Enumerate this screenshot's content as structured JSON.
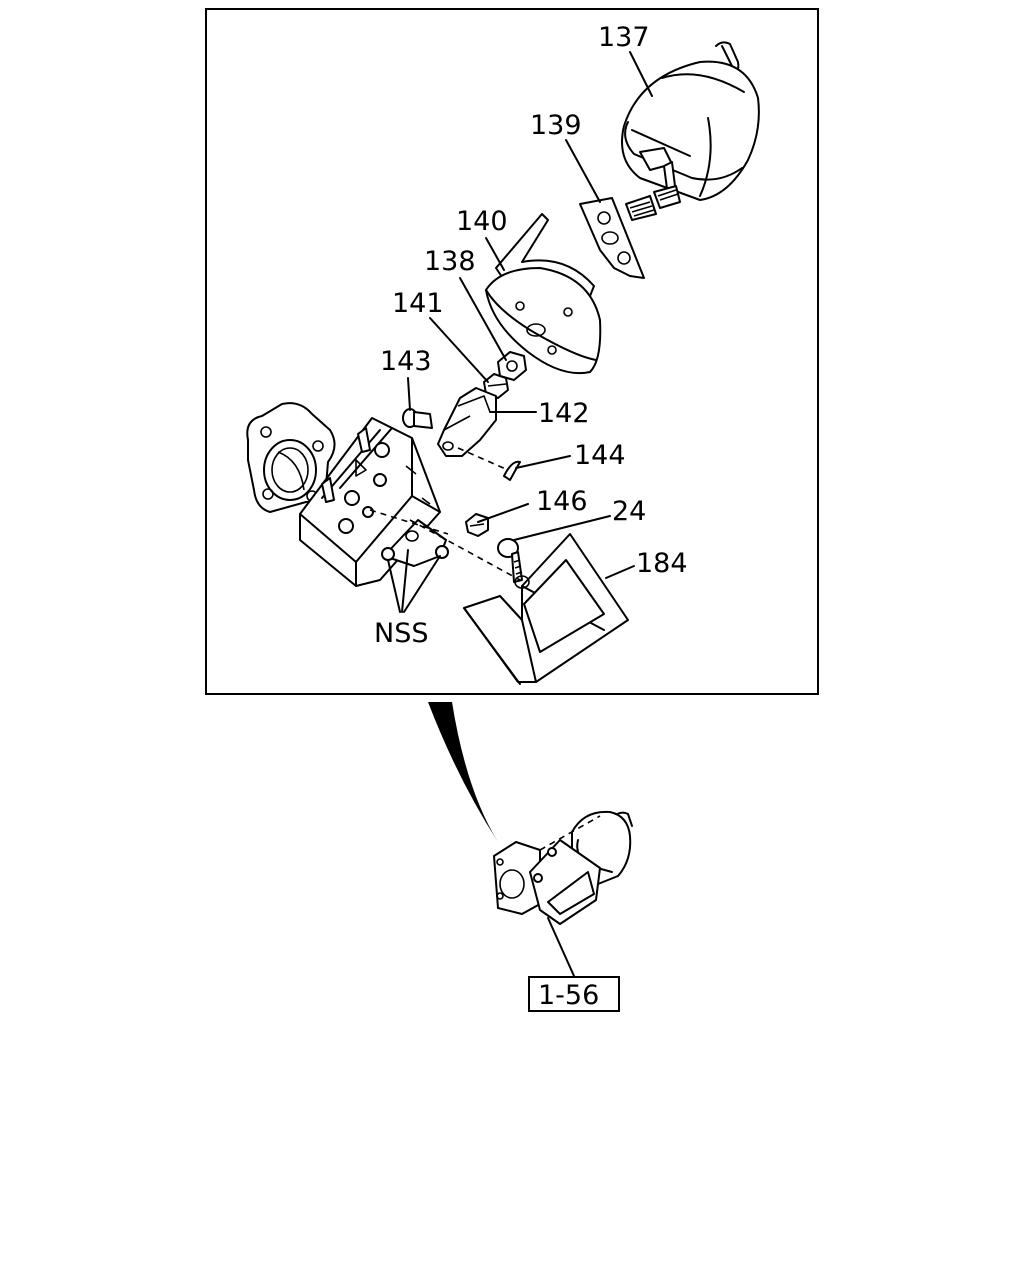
{
  "diagram": {
    "callouts": [
      {
        "id": "137",
        "text": "137"
      },
      {
        "id": "139",
        "text": "139"
      },
      {
        "id": "140",
        "text": "140"
      },
      {
        "id": "138",
        "text": "138"
      },
      {
        "id": "141",
        "text": "141"
      },
      {
        "id": "143",
        "text": "143"
      },
      {
        "id": "142",
        "text": "142"
      },
      {
        "id": "144",
        "text": "144"
      },
      {
        "id": "146",
        "text": "146"
      },
      {
        "id": "24",
        "text": "24"
      },
      {
        "id": "184",
        "text": "184"
      },
      {
        "id": "nss",
        "text": "NSS"
      }
    ],
    "reference": {
      "text": "1-56"
    }
  }
}
